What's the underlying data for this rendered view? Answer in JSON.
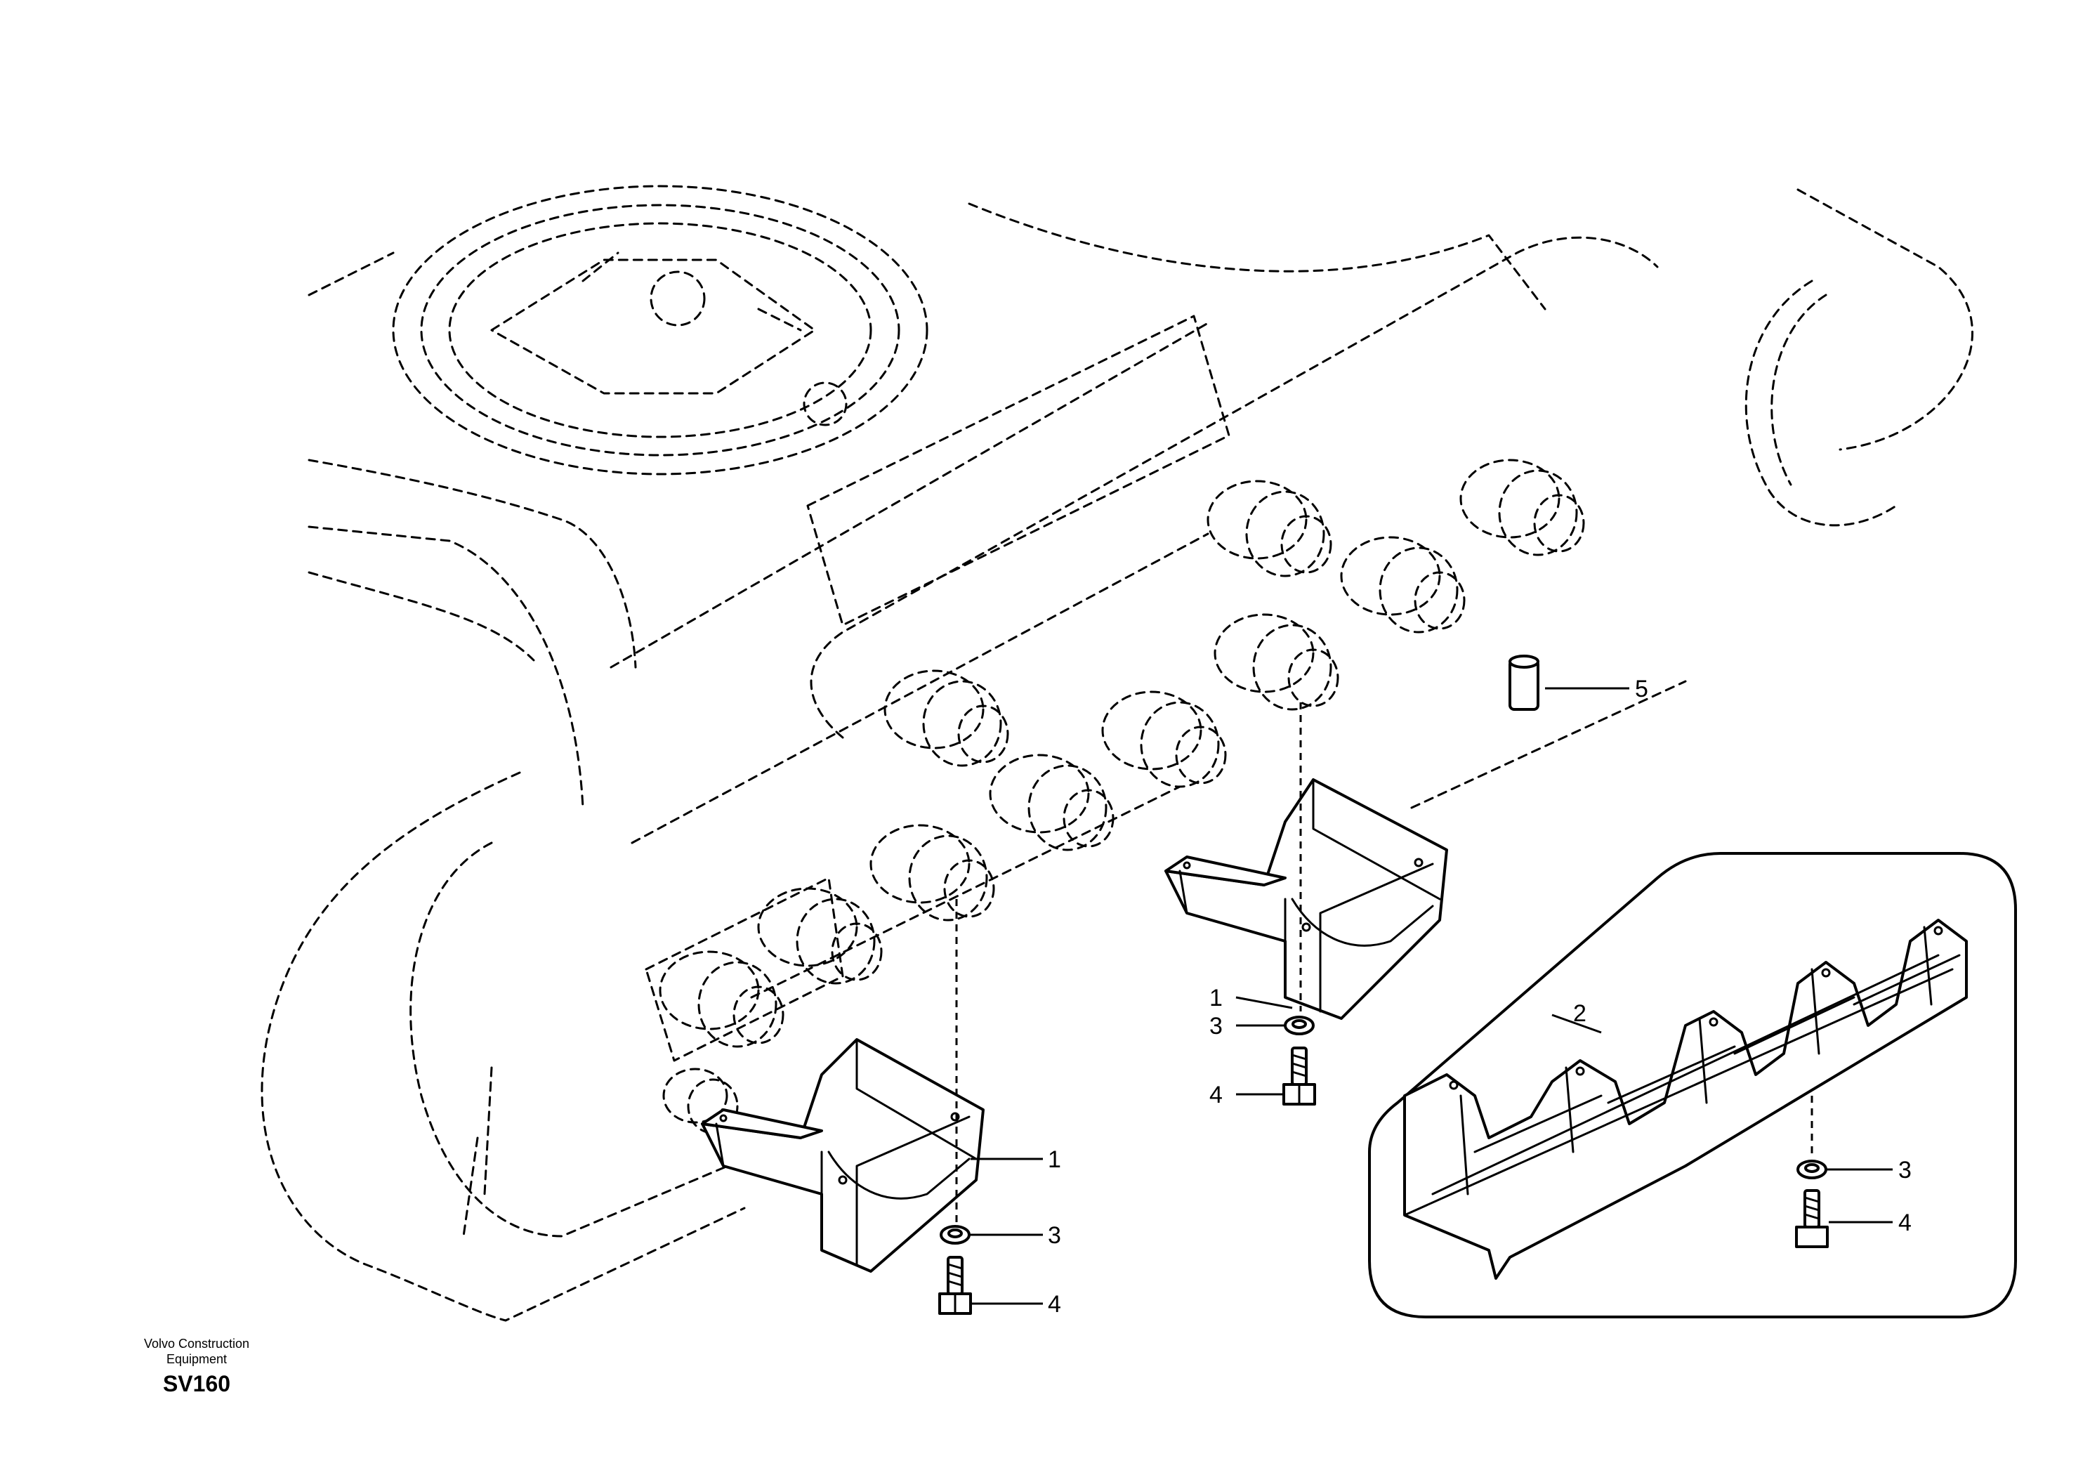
{
  "callouts": {
    "part1_left": "1",
    "part1_right": "1",
    "part2_inset": "2",
    "part3_left": "3",
    "part3_right": "3",
    "part3_inset": "3",
    "part4_left": "4",
    "part4_right": "4",
    "part4_inset": "4",
    "part5": "5"
  },
  "footer": {
    "maker_line1": "Volvo Construction",
    "maker_line2": "Equipment",
    "model_code": "SV160"
  }
}
